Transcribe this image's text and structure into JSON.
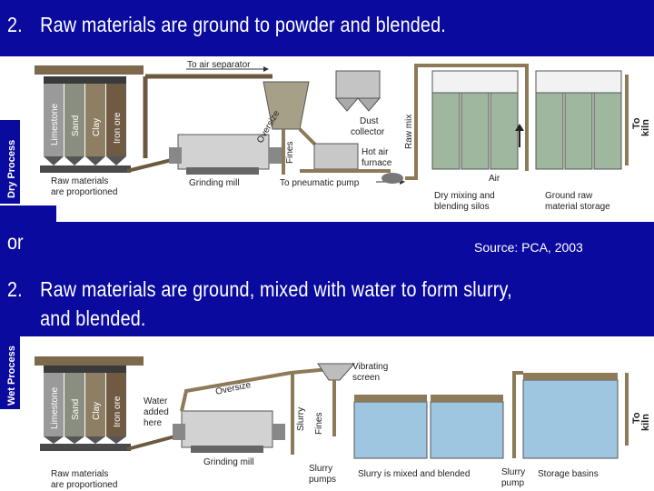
{
  "slide": {
    "heading1_num": "2.",
    "heading1_text": "Raw materials are ground to powder and blended.",
    "or_text": "or",
    "source": "Source: PCA, 2003",
    "heading2_num": "2.",
    "heading2_line1": "Raw materials are ground, mixed with water to form slurry,",
    "heading2_line2": "and blended."
  },
  "dry": {
    "tab": "Dry Process",
    "silos": [
      "Limestone",
      "Sand",
      "Clay",
      "Iron ore"
    ],
    "proportioned_1": "Raw materials",
    "proportioned_2": "are proportioned",
    "to_air_separator": "To air separator",
    "oversize": "Oversize",
    "fines": "Fines",
    "grinding_mill": "Grinding mill",
    "dust_collector_1": "Dust",
    "dust_collector_2": "collector",
    "hot_air_1": "Hot air",
    "hot_air_2": "furnace",
    "raw_mix": "Raw mix",
    "pneumatic_pump": "To pneumatic pump",
    "air": "Air",
    "dry_mixing_1": "Dry mixing and",
    "dry_mixing_2": "blending silos",
    "ground_raw_1": "Ground raw",
    "ground_raw_2": "material storage",
    "to_kiln_1": "To",
    "to_kiln_2": "kiln"
  },
  "wet": {
    "tab": "Wet Process",
    "silos": [
      "Limestone",
      "Sand",
      "Clay",
      "Iron ore"
    ],
    "proportioned_1": "Raw materials",
    "proportioned_2": "are proportioned",
    "water_1": "Water",
    "water_2": "added",
    "water_3": "here",
    "oversize": "Oversize",
    "grinding_mill": "Grinding mill",
    "vibrating_1": "Vibrating",
    "vibrating_2": "screen",
    "slurry": "Slurry",
    "fines": "Fines",
    "slurry_pumps_1": "Slurry",
    "slurry_pumps_2": "pumps",
    "slurry_mixed": "Slurry is mixed and blended",
    "slurry_pump_1": "Slurry",
    "slurry_pump_2": "pump",
    "storage_basins": "Storage basins",
    "to_kiln_1": "To",
    "to_kiln_2": "kiln"
  },
  "colors": {
    "background": "#0a0a9e",
    "silo_limestone": "#9a9a9a",
    "silo_sand": "#8a8e80",
    "silo_clay": "#8e7f64",
    "silo_ironore": "#6f5a44",
    "pipe": "#8c7a58",
    "water": "#9ec6e0"
  }
}
